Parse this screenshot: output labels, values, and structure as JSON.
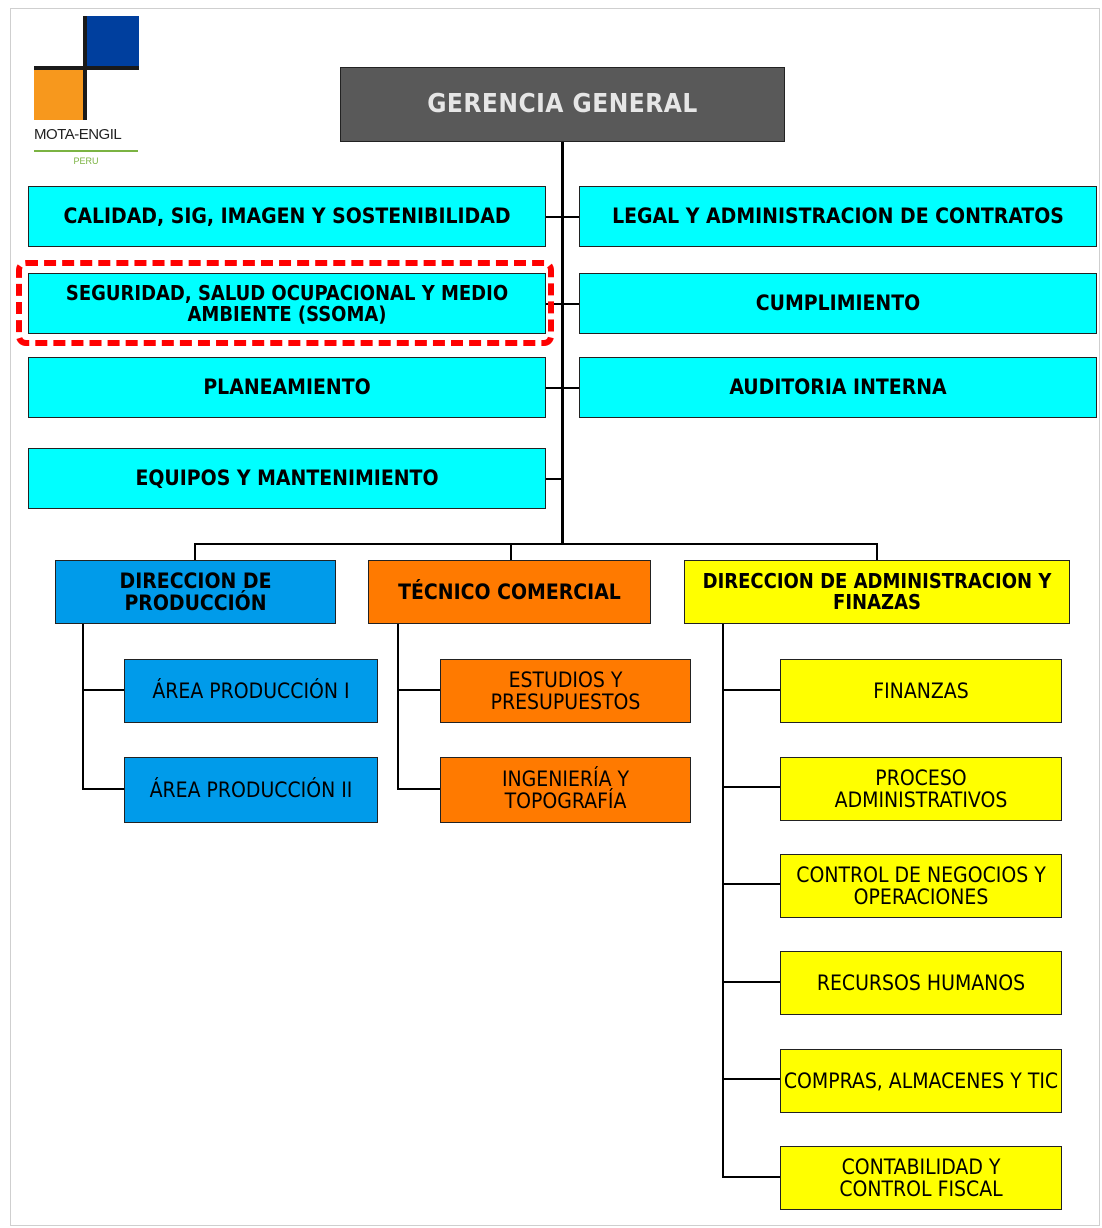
{
  "logo": {
    "name": "MOTA-ENGIL",
    "country": "PERU"
  },
  "top": {
    "label": "GERENCIA  GENERAL"
  },
  "staff_left": [
    "CALIDAD,  SIG, IMAGEN Y SOSTENIBILIDAD",
    "SEGURIDAD, SALUD OCUPACIONAL Y MEDIO AMBIENTE (SSOMA)",
    "PLANEAMIENTO",
    "EQUIPOS Y MANTENIMIENTO"
  ],
  "staff_right": [
    "LEGAL Y ADMINISTRACION DE CONTRATOS",
    "CUMPLIMIENTO",
    "AUDITORIA INTERNA"
  ],
  "divisions": {
    "produccion": {
      "label": "DIRECCION DE PRODUCCIÓN",
      "children": [
        "ÁREA PRODUCCIÓN  I",
        "ÁREA PRODUCCIÓN  II"
      ]
    },
    "tecnico": {
      "label": "TÉCNICO COMERCIAL",
      "children": [
        "ESTUDIOS Y PRESUPUESTOS",
        "INGENIERÍA Y TOPOGRAFÍA"
      ]
    },
    "administracion": {
      "label": "DIRECCION DE ADMINISTRACION Y FINAZAS",
      "children": [
        "FINANZAS",
        "PROCESO ADMINISTRATIVOS",
        "CONTROL  DE NEGOCIOS Y OPERACIONES",
        "RECURSOS  HUMANOS",
        "COMPRAS,  ALMACENES Y TIC",
        "CONTABILIDAD Y CONTROL  FISCAL"
      ]
    }
  },
  "highlight_color": "#ff0000",
  "colors": {
    "top": "#595959",
    "staff": "#00ffff",
    "produccion": "#009bea",
    "tecnico": "#ff7a00",
    "administracion": "#ffff00"
  }
}
